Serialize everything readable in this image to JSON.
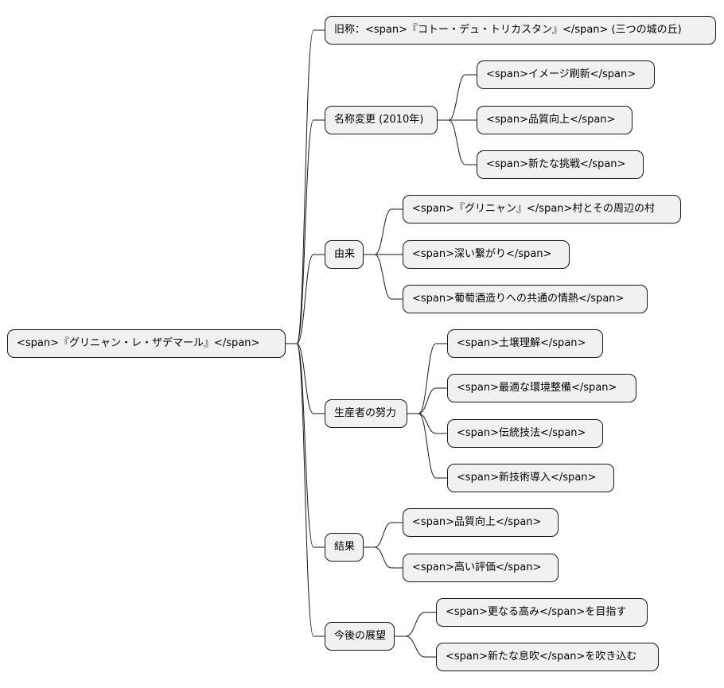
{
  "mindmap": {
    "root": {
      "label": "<span>『グリニャン・レ・ザデマール』</span>"
    },
    "branches": [
      {
        "label": "旧称：<span>『コトー・デュ・トリカスタン』</span> (三つの城の丘)",
        "children": []
      },
      {
        "label": "名称変更 (2010年)",
        "children": [
          {
            "label": "<span>イメージ刷新</span>"
          },
          {
            "label": "<span>品質向上</span>"
          },
          {
            "label": "<span>新たな挑戦</span>"
          }
        ]
      },
      {
        "label": "由来",
        "children": [
          {
            "label": "<span>『グリニャン』</span>村とその周辺の村"
          },
          {
            "label": "<span>深い繋がり</span>"
          },
          {
            "label": "<span>葡萄酒造りへの共通の情熱</span>"
          }
        ]
      },
      {
        "label": "生産者の努力",
        "children": [
          {
            "label": "<span>土壌理解</span>"
          },
          {
            "label": "<span>最適な環境整備</span>"
          },
          {
            "label": "<span>伝統技法</span>"
          },
          {
            "label": "<span>新技術導入</span>"
          }
        ]
      },
      {
        "label": "結果",
        "children": [
          {
            "label": "<span>品質向上</span>"
          },
          {
            "label": "<span>高い評価</span>"
          }
        ]
      },
      {
        "label": "今後の展望",
        "children": [
          {
            "label": "<span>更なる高み</span>を目指す"
          },
          {
            "label": "<span>新たな息吹</span>を吹き込む"
          }
        ]
      }
    ]
  }
}
